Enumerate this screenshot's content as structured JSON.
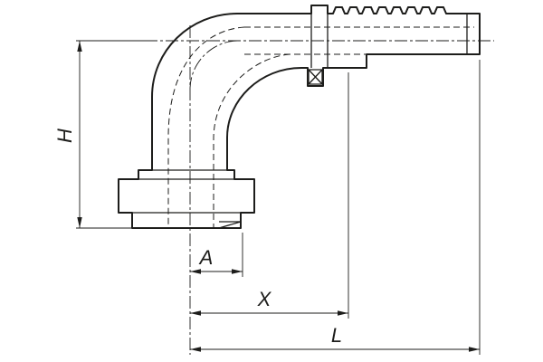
{
  "drawing": {
    "type": "technical-drawing",
    "subject": "90-degree elbow flange hose fitting with barbed hose tail and O-ring",
    "dimension_labels": {
      "H": "H",
      "A": "A",
      "X": "X",
      "L": "L"
    },
    "colors": {
      "line": "#1d1d1b",
      "background": "#ffffff"
    }
  }
}
